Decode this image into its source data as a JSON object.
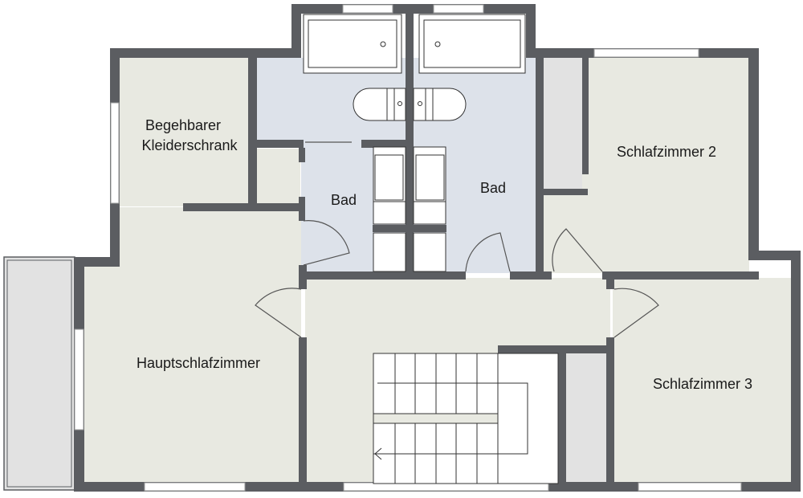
{
  "rooms": {
    "walk_in_closet_line1": "Begehbarer",
    "walk_in_closet_line2": "Kleiderschrank",
    "bath_left": "Bad",
    "bath_right": "Bad",
    "bedroom_2": "Schlafzimmer 2",
    "master_bedroom": "Hauptschlafzimmer",
    "bedroom_3": "Schlafzimmer 3"
  },
  "colors": {
    "wall": "#5b5d61",
    "floor": "#e8e9e1",
    "bath_floor": "#dde2ea",
    "closet_floor": "#e2e2e2",
    "fixture": "#ffffff"
  }
}
